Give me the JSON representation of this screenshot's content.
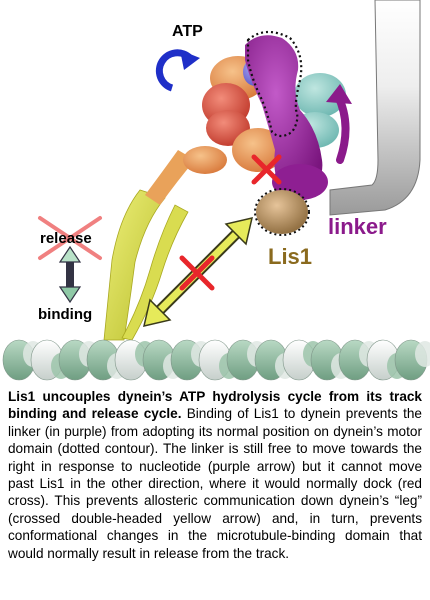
{
  "figure": {
    "labels": {
      "atp": "ATP",
      "release": "release",
      "binding": "binding",
      "linker": "linker",
      "lis1": "Lis1"
    },
    "colors": {
      "linker": "#8b1a8b",
      "lis1": "#8a6a1e",
      "cross": "#e8262b",
      "atp_arrow": "#1f2fc8",
      "stalk": "#d6d94a",
      "microtubule_green": "#8fbba0",
      "microtubule_white": "#e6ecea",
      "release_cross": "#f08080",
      "binding_arrow": "#a8d8b8"
    }
  },
  "caption": {
    "title": "Lis1 uncouples dynein’s ATP hydrolysis cycle from its track binding and release cycle.",
    "body": " Binding of Lis1 to dynein prevents the linker (in purple) from adopting its normal position on dynein’s motor domain (dotted contour). The linker is still free to move towards the right in response to nucleotide (purple arrow) but it cannot move past Lis1 in the other direction, where it would normally dock (red cross). This prevents allosteric communication down dynein’s “leg” (crossed double-headed yellow arrow) and, in turn, prevents conformational changes in the microtubule-binding domain that would normally result in release from the track."
  }
}
